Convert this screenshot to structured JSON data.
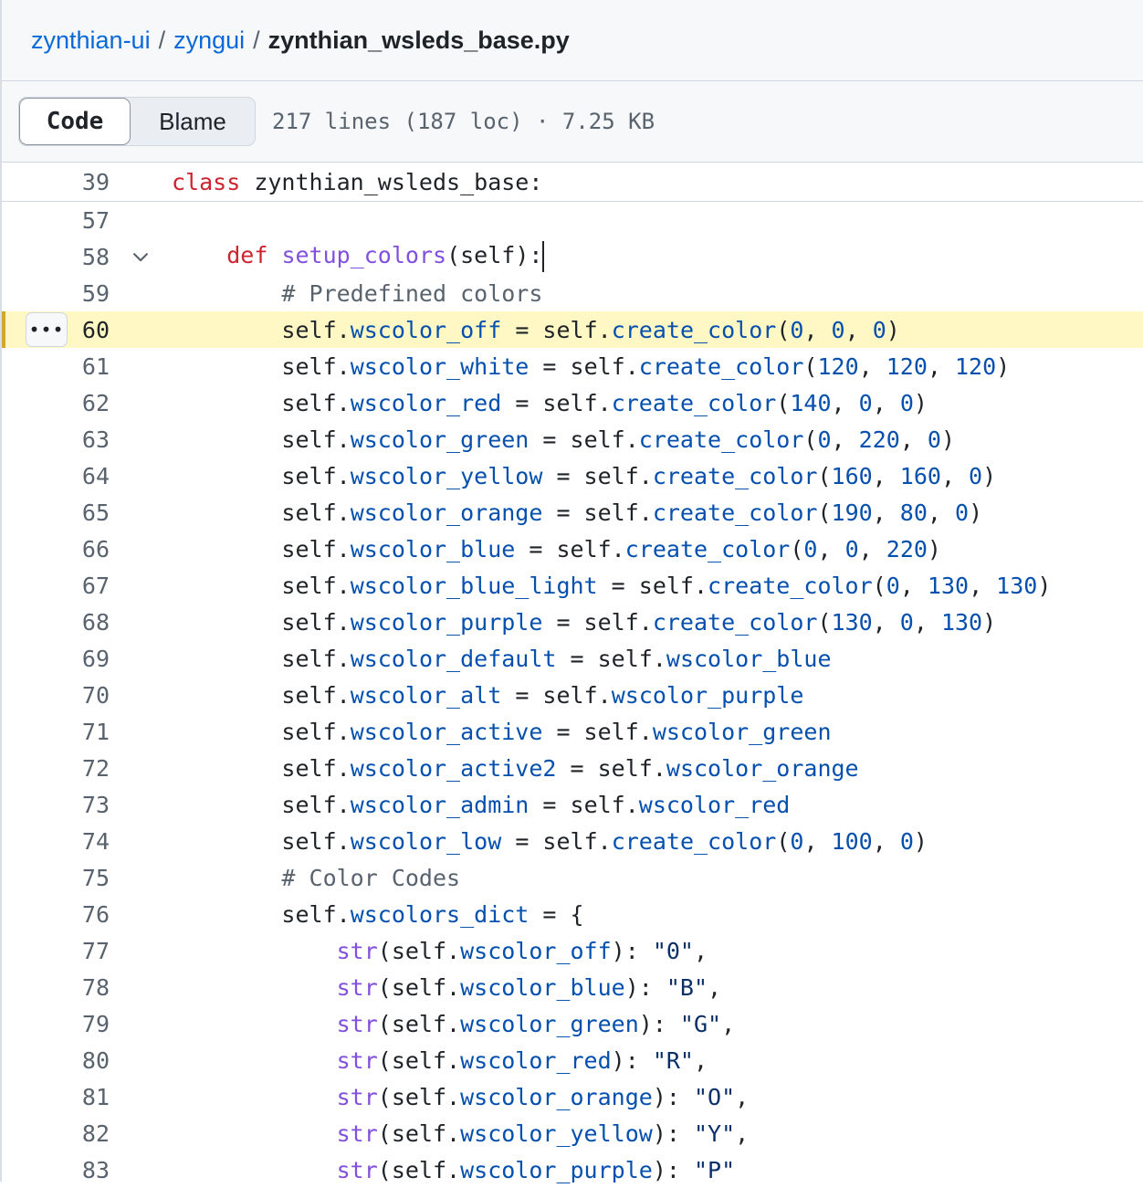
{
  "breadcrumb": {
    "repo": "zynthian-ui",
    "folder": "zyngui",
    "file": "zynthian_wsleds_base.py",
    "separator": "/"
  },
  "toolbar": {
    "code_label": "Code",
    "blame_label": "Blame",
    "file_meta": "217 lines (187 loc) · 7.25 KB"
  },
  "sticky": {
    "line_number": "39",
    "keyword": "class",
    "name": " zynthian_wsleds_base:"
  },
  "icons": {
    "fold": "chevron-down-icon",
    "more": "kebab-horizontal-icon"
  },
  "colors": {
    "link": "#0969da",
    "keyword": "#cf222e",
    "function": "#8250df",
    "attribute": "#0550ae",
    "string": "#0a3069",
    "comment": "#59636e",
    "highlight": "#fff8c5",
    "highlight_bar": "#d4a72c"
  },
  "highlighted_line": "60",
  "code_lines": [
    {
      "n": "57",
      "indent": 0,
      "tokens": []
    },
    {
      "n": "58",
      "indent": 4,
      "fold": true,
      "caret": true,
      "tokens": [
        [
          "kw",
          "def"
        ],
        [
          "p",
          " "
        ],
        [
          "fn",
          "setup_colors"
        ],
        [
          "p",
          "(self):"
        ]
      ]
    },
    {
      "n": "59",
      "indent": 8,
      "tokens": [
        [
          "cm",
          "# Predefined colors"
        ]
      ]
    },
    {
      "n": "60",
      "indent": 8,
      "highlight": true,
      "tokens": [
        [
          "p",
          "self."
        ],
        [
          "at",
          "wscolor_off"
        ],
        [
          "p",
          " = self."
        ],
        [
          "at",
          "create_color"
        ],
        [
          "p",
          "("
        ],
        [
          "num",
          "0"
        ],
        [
          "p",
          ", "
        ],
        [
          "num",
          "0"
        ],
        [
          "p",
          ", "
        ],
        [
          "num",
          "0"
        ],
        [
          "p",
          ")"
        ]
      ]
    },
    {
      "n": "61",
      "indent": 8,
      "tokens": [
        [
          "p",
          "self."
        ],
        [
          "at",
          "wscolor_white"
        ],
        [
          "p",
          " = self."
        ],
        [
          "at",
          "create_color"
        ],
        [
          "p",
          "("
        ],
        [
          "num",
          "120"
        ],
        [
          "p",
          ", "
        ],
        [
          "num",
          "120"
        ],
        [
          "p",
          ", "
        ],
        [
          "num",
          "120"
        ],
        [
          "p",
          ")"
        ]
      ]
    },
    {
      "n": "62",
      "indent": 8,
      "tokens": [
        [
          "p",
          "self."
        ],
        [
          "at",
          "wscolor_red"
        ],
        [
          "p",
          " = self."
        ],
        [
          "at",
          "create_color"
        ],
        [
          "p",
          "("
        ],
        [
          "num",
          "140"
        ],
        [
          "p",
          ", "
        ],
        [
          "num",
          "0"
        ],
        [
          "p",
          ", "
        ],
        [
          "num",
          "0"
        ],
        [
          "p",
          ")"
        ]
      ]
    },
    {
      "n": "63",
      "indent": 8,
      "tokens": [
        [
          "p",
          "self."
        ],
        [
          "at",
          "wscolor_green"
        ],
        [
          "p",
          " = self."
        ],
        [
          "at",
          "create_color"
        ],
        [
          "p",
          "("
        ],
        [
          "num",
          "0"
        ],
        [
          "p",
          ", "
        ],
        [
          "num",
          "220"
        ],
        [
          "p",
          ", "
        ],
        [
          "num",
          "0"
        ],
        [
          "p",
          ")"
        ]
      ]
    },
    {
      "n": "64",
      "indent": 8,
      "tokens": [
        [
          "p",
          "self."
        ],
        [
          "at",
          "wscolor_yellow"
        ],
        [
          "p",
          " = self."
        ],
        [
          "at",
          "create_color"
        ],
        [
          "p",
          "("
        ],
        [
          "num",
          "160"
        ],
        [
          "p",
          ", "
        ],
        [
          "num",
          "160"
        ],
        [
          "p",
          ", "
        ],
        [
          "num",
          "0"
        ],
        [
          "p",
          ")"
        ]
      ]
    },
    {
      "n": "65",
      "indent": 8,
      "tokens": [
        [
          "p",
          "self."
        ],
        [
          "at",
          "wscolor_orange"
        ],
        [
          "p",
          " = self."
        ],
        [
          "at",
          "create_color"
        ],
        [
          "p",
          "("
        ],
        [
          "num",
          "190"
        ],
        [
          "p",
          ", "
        ],
        [
          "num",
          "80"
        ],
        [
          "p",
          ", "
        ],
        [
          "num",
          "0"
        ],
        [
          "p",
          ")"
        ]
      ]
    },
    {
      "n": "66",
      "indent": 8,
      "tokens": [
        [
          "p",
          "self."
        ],
        [
          "at",
          "wscolor_blue"
        ],
        [
          "p",
          " = self."
        ],
        [
          "at",
          "create_color"
        ],
        [
          "p",
          "("
        ],
        [
          "num",
          "0"
        ],
        [
          "p",
          ", "
        ],
        [
          "num",
          "0"
        ],
        [
          "p",
          ", "
        ],
        [
          "num",
          "220"
        ],
        [
          "p",
          ")"
        ]
      ]
    },
    {
      "n": "67",
      "indent": 8,
      "tokens": [
        [
          "p",
          "self."
        ],
        [
          "at",
          "wscolor_blue_light"
        ],
        [
          "p",
          " = self."
        ],
        [
          "at",
          "create_color"
        ],
        [
          "p",
          "("
        ],
        [
          "num",
          "0"
        ],
        [
          "p",
          ", "
        ],
        [
          "num",
          "130"
        ],
        [
          "p",
          ", "
        ],
        [
          "num",
          "130"
        ],
        [
          "p",
          ")"
        ]
      ]
    },
    {
      "n": "68",
      "indent": 8,
      "tokens": [
        [
          "p",
          "self."
        ],
        [
          "at",
          "wscolor_purple"
        ],
        [
          "p",
          " = self."
        ],
        [
          "at",
          "create_color"
        ],
        [
          "p",
          "("
        ],
        [
          "num",
          "130"
        ],
        [
          "p",
          ", "
        ],
        [
          "num",
          "0"
        ],
        [
          "p",
          ", "
        ],
        [
          "num",
          "130"
        ],
        [
          "p",
          ")"
        ]
      ]
    },
    {
      "n": "69",
      "indent": 8,
      "tokens": [
        [
          "p",
          "self."
        ],
        [
          "at",
          "wscolor_default"
        ],
        [
          "p",
          " = self."
        ],
        [
          "at",
          "wscolor_blue"
        ]
      ]
    },
    {
      "n": "70",
      "indent": 8,
      "tokens": [
        [
          "p",
          "self."
        ],
        [
          "at",
          "wscolor_alt"
        ],
        [
          "p",
          " = self."
        ],
        [
          "at",
          "wscolor_purple"
        ]
      ]
    },
    {
      "n": "71",
      "indent": 8,
      "tokens": [
        [
          "p",
          "self."
        ],
        [
          "at",
          "wscolor_active"
        ],
        [
          "p",
          " = self."
        ],
        [
          "at",
          "wscolor_green"
        ]
      ]
    },
    {
      "n": "72",
      "indent": 8,
      "tokens": [
        [
          "p",
          "self."
        ],
        [
          "at",
          "wscolor_active2"
        ],
        [
          "p",
          " = self."
        ],
        [
          "at",
          "wscolor_orange"
        ]
      ]
    },
    {
      "n": "73",
      "indent": 8,
      "tokens": [
        [
          "p",
          "self."
        ],
        [
          "at",
          "wscolor_admin"
        ],
        [
          "p",
          " = self."
        ],
        [
          "at",
          "wscolor_red"
        ]
      ]
    },
    {
      "n": "74",
      "indent": 8,
      "tokens": [
        [
          "p",
          "self."
        ],
        [
          "at",
          "wscolor_low"
        ],
        [
          "p",
          " = self."
        ],
        [
          "at",
          "create_color"
        ],
        [
          "p",
          "("
        ],
        [
          "num",
          "0"
        ],
        [
          "p",
          ", "
        ],
        [
          "num",
          "100"
        ],
        [
          "p",
          ", "
        ],
        [
          "num",
          "0"
        ],
        [
          "p",
          ")"
        ]
      ]
    },
    {
      "n": "75",
      "indent": 8,
      "tokens": [
        [
          "cm",
          "# Color Codes"
        ]
      ]
    },
    {
      "n": "76",
      "indent": 8,
      "tokens": [
        [
          "p",
          "self."
        ],
        [
          "at",
          "wscolors_dict"
        ],
        [
          "p",
          " = {"
        ]
      ]
    },
    {
      "n": "77",
      "indent": 12,
      "tokens": [
        [
          "bi",
          "str"
        ],
        [
          "p",
          "(self."
        ],
        [
          "at",
          "wscolor_off"
        ],
        [
          "p",
          "): "
        ],
        [
          "st",
          "\"0\""
        ],
        [
          "p",
          ","
        ]
      ]
    },
    {
      "n": "78",
      "indent": 12,
      "tokens": [
        [
          "bi",
          "str"
        ],
        [
          "p",
          "(self."
        ],
        [
          "at",
          "wscolor_blue"
        ],
        [
          "p",
          "): "
        ],
        [
          "st",
          "\"B\""
        ],
        [
          "p",
          ","
        ]
      ]
    },
    {
      "n": "79",
      "indent": 12,
      "tokens": [
        [
          "bi",
          "str"
        ],
        [
          "p",
          "(self."
        ],
        [
          "at",
          "wscolor_green"
        ],
        [
          "p",
          "): "
        ],
        [
          "st",
          "\"G\""
        ],
        [
          "p",
          ","
        ]
      ]
    },
    {
      "n": "80",
      "indent": 12,
      "tokens": [
        [
          "bi",
          "str"
        ],
        [
          "p",
          "(self."
        ],
        [
          "at",
          "wscolor_red"
        ],
        [
          "p",
          "): "
        ],
        [
          "st",
          "\"R\""
        ],
        [
          "p",
          ","
        ]
      ]
    },
    {
      "n": "81",
      "indent": 12,
      "tokens": [
        [
          "bi",
          "str"
        ],
        [
          "p",
          "(self."
        ],
        [
          "at",
          "wscolor_orange"
        ],
        [
          "p",
          "): "
        ],
        [
          "st",
          "\"O\""
        ],
        [
          "p",
          ","
        ]
      ]
    },
    {
      "n": "82",
      "indent": 12,
      "tokens": [
        [
          "bi",
          "str"
        ],
        [
          "p",
          "(self."
        ],
        [
          "at",
          "wscolor_yellow"
        ],
        [
          "p",
          "): "
        ],
        [
          "st",
          "\"Y\""
        ],
        [
          "p",
          ","
        ]
      ]
    },
    {
      "n": "83",
      "indent": 12,
      "tokens": [
        [
          "bi",
          "str"
        ],
        [
          "p",
          "(self."
        ],
        [
          "at",
          "wscolor_purple"
        ],
        [
          "p",
          "): "
        ],
        [
          "st",
          "\"P\""
        ]
      ]
    }
  ]
}
